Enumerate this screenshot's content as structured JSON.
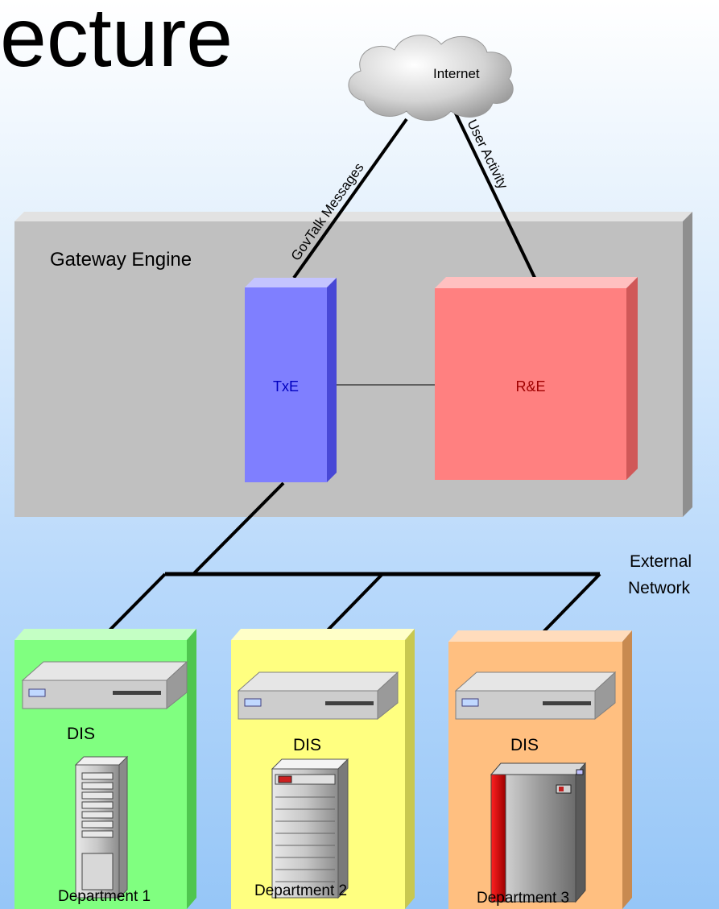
{
  "title_fragment": "ecture",
  "internet": {
    "label": "Internet"
  },
  "links": {
    "govtalk": "GovTalk Messages",
    "user_activity": "User Activity"
  },
  "gateway": {
    "label": "Gateway Engine",
    "txe": {
      "label": "TxE"
    },
    "re": {
      "label": "R&E"
    }
  },
  "external_network": {
    "line1": "External",
    "line2": "Network"
  },
  "departments": [
    {
      "dis_label": "DIS",
      "name": "Department 1",
      "color": "#80ff80"
    },
    {
      "dis_label": "DIS",
      "name": "Department 2",
      "color": "#ffff80"
    },
    {
      "dis_label": "DIS",
      "name": "Department 3",
      "color": "#ffbf80"
    }
  ],
  "colors": {
    "gateway": "#c0c0c0",
    "txe": "#7f7fff",
    "re": "#ff8080",
    "txe_text": "#0000c0",
    "re_text": "#a00000"
  }
}
